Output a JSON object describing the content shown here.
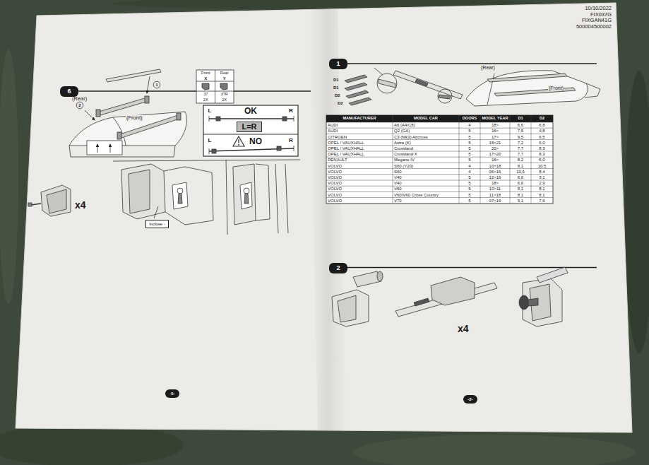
{
  "diagram": {
    "nodes": [
      {
        "text": [
          "6"
        ]
      },
      {
        "text": [
          "L=R"
        ]
      },
      {
        "text": [
          "Incluse -"
        ]
      },
      {
        "text": [
          "-5-"
        ]
      },
      {
        "text": [
          "1"
        ]
      },
      {
        "text": [
          "2"
        ]
      },
      {
        "text": [
          "-2-"
        ]
      }
    ],
    "labels": [
      "(Rear)",
      "(Front)",
      "1",
      "2",
      "Front",
      "Rear",
      "X",
      "Y",
      "37",
      "37R",
      "2X",
      "2X",
      "L",
      "OK",
      "R",
      "L",
      "NO",
      "R",
      "x4",
      "10/10/2022",
      "FIX037G",
      "FIXGAN41G",
      "500004500002",
      "D1",
      "D1",
      "D2",
      "D2",
      "(Rear)",
      "(Front)",
      "x4",
      "MANUFACTURER",
      "MODEL CAR",
      "DOORS",
      "MODEL YEAR",
      "D1",
      "D2",
      "AUDI",
      "A6 (A4/C8)",
      "4",
      "18>",
      "6,6",
      "6,8",
      "AUDI",
      "Q2 (GA)",
      "5",
      "16>",
      "7,5",
      "4,8",
      "CITROEN",
      "C3 (Mk3) Aircross",
      "5",
      "17>",
      "9,5",
      "6,5",
      "OPEL / VAUXHALL",
      "Astra (K)",
      "5",
      "15>21",
      "7,2",
      "6,0",
      "OPEL / VAUXHALL",
      "Crossland",
      "5",
      "20>",
      "7,7",
      "8,3",
      "OPEL / VAUXHALL",
      "Crossland X",
      "5",
      "17>20",
      "7,7",
      "8,3",
      "RENAULT",
      "Megane IV",
      "5",
      "16>",
      "8,2",
      "5,0",
      "VOLVO",
      "S60 (Y20)",
      "4",
      "10>18",
      "8,1",
      "10,5",
      "VOLVO",
      "S60",
      "4",
      "06>16",
      "10,6",
      "8,4",
      "VOLVO",
      "V40",
      "5",
      "12>16",
      "6,6",
      "3,1",
      "VOLVO",
      "V40",
      "5",
      "18>",
      "6,6",
      "2,9",
      "VOLVO",
      "V60",
      "5",
      "10>11",
      "8,1",
      "8,1",
      "VOLVO",
      "V60/V60 Cross Country",
      "5",
      "11>18",
      "8,1",
      "8,1",
      "VOLVO",
      "V70",
      "5",
      "07>16",
      "9,1",
      "7,6"
    ]
  }
}
